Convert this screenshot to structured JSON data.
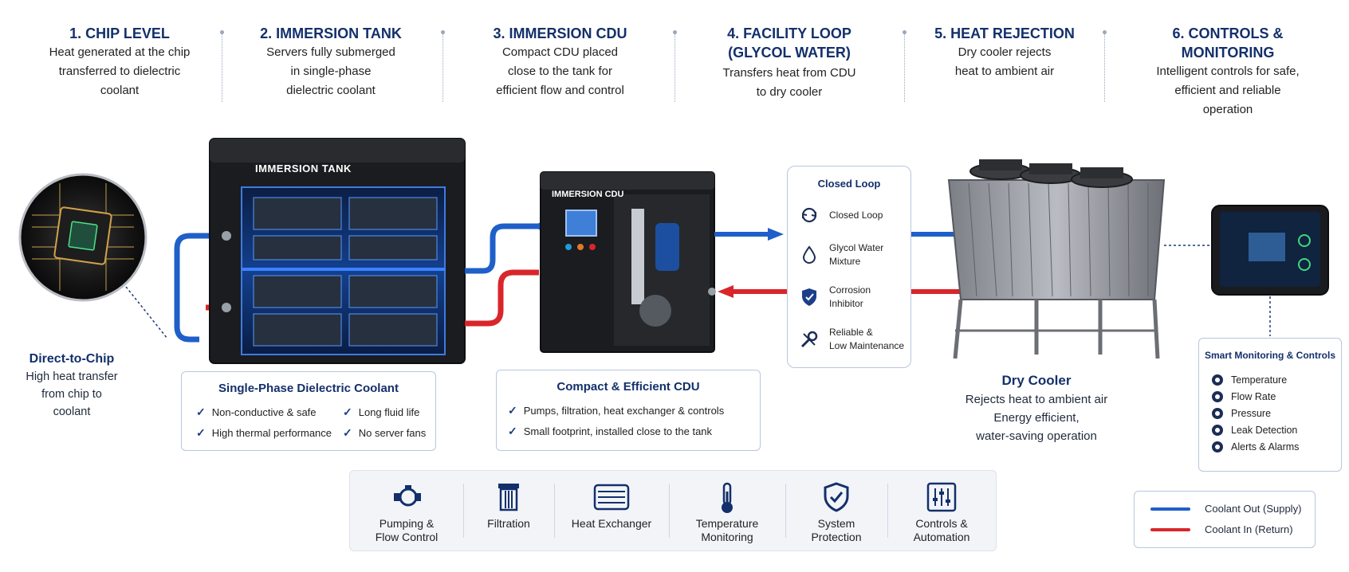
{
  "steps": [
    {
      "title": "1. CHIP LEVEL",
      "desc": [
        "Heat generated at the chip",
        "transferred to dielectric",
        "coolant"
      ]
    },
    {
      "title": "2. IMMERSION TANK",
      "desc": [
        "Servers fully submerged",
        "in single-phase",
        "dielectric coolant"
      ]
    },
    {
      "title": "3. IMMERSION CDU",
      "desc": [
        "Compact CDU placed",
        "close to the tank for",
        "efficient flow and control"
      ]
    },
    {
      "title": "4. FACILITY LOOP",
      "title2": "(GLYCOL WATER)",
      "desc": [
        "Transfers heat from CDU",
        "to dry cooler"
      ]
    },
    {
      "title": "5. HEAT REJECTION",
      "desc": [
        "Dry cooler rejects",
        "heat to ambient air"
      ]
    },
    {
      "title": "6. CONTROLS & MONITORING",
      "desc": [
        "Intelligent controls for safe,",
        "efficient and reliable",
        "operation"
      ]
    }
  ],
  "chip": {
    "title": "Direct-to-Chip",
    "desc": [
      "High heat transfer",
      "from chip to",
      "coolant"
    ]
  },
  "tank": {
    "label": "IMMERSION TANK"
  },
  "cdu": {
    "label": "IMMERSION CDU"
  },
  "coolant_card": {
    "title": "Single-Phase Dielectric Coolant",
    "items": [
      "Non-conductive & safe",
      "Long fluid life",
      "High thermal performance",
      "No server fans"
    ]
  },
  "cdu_card": {
    "title": "Compact & Efficient CDU",
    "items": [
      "Pumps, filtration, heat exchanger & controls",
      "Small footprint, installed close to the tank"
    ]
  },
  "closed_loop": {
    "title": "Closed Loop",
    "items": [
      {
        "icon": "loop-icon",
        "label": [
          "Closed Loop"
        ]
      },
      {
        "icon": "water-drop-icon",
        "label": [
          "Glycol Water",
          "Mixture"
        ]
      },
      {
        "icon": "shield-icon",
        "label": [
          "Corrosion",
          "Inhibitor"
        ]
      },
      {
        "icon": "wrench-icon",
        "label": [
          "Reliable &",
          "Low Maintenance"
        ]
      }
    ]
  },
  "dry_cooler": {
    "title": "Dry Cooler",
    "desc": [
      "Rejects heat to ambient air",
      "Energy efficient,",
      "water-saving operation"
    ]
  },
  "monitoring": {
    "title": "Smart Monitoring & Controls",
    "items": [
      "Temperature",
      "Flow Rate",
      "Pressure",
      "Leak Detection",
      "Alerts & Alarms"
    ]
  },
  "features": [
    {
      "icon": "pump-icon",
      "label": [
        "Pumping &",
        "Flow Control"
      ]
    },
    {
      "icon": "filter-icon",
      "label": [
        "Filtration"
      ]
    },
    {
      "icon": "heat-exchanger-icon",
      "label": [
        "Heat Exchanger"
      ]
    },
    {
      "icon": "thermometer-icon",
      "label": [
        "Temperature",
        "Monitoring"
      ]
    },
    {
      "icon": "shield-check-icon",
      "label": [
        "System",
        "Protection"
      ]
    },
    {
      "icon": "sliders-icon",
      "label": [
        "Controls &",
        "Automation"
      ]
    }
  ],
  "legend": [
    {
      "label": "Coolant Out (Supply)",
      "color": "#1f5fc9"
    },
    {
      "label": "Coolant In (Return)",
      "color": "#d8262b"
    }
  ],
  "colors": {
    "supply": "#1f5fc9",
    "return": "#d8262b",
    "navy": "#13306b"
  }
}
